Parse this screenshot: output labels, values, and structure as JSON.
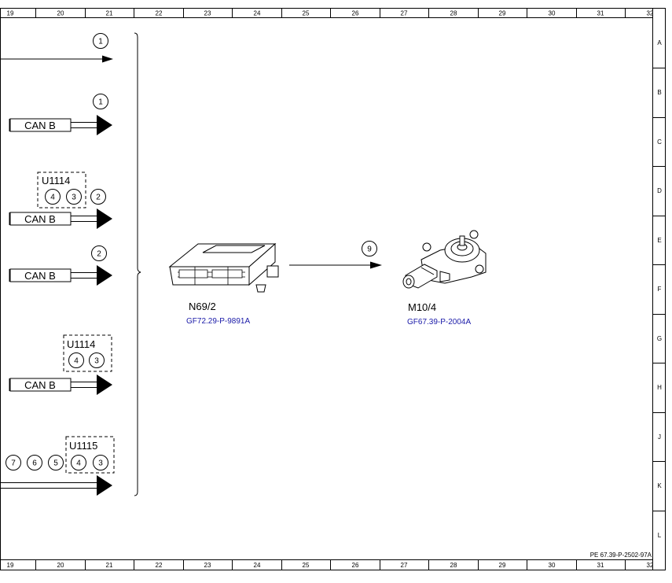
{
  "grid": {
    "columns": [
      "19",
      "20",
      "21",
      "22",
      "23",
      "24",
      "25",
      "26",
      "27",
      "28",
      "29",
      "30",
      "31",
      "32"
    ],
    "rows": [
      "A",
      "B",
      "C",
      "D",
      "E",
      "F",
      "G",
      "H",
      "J",
      "K",
      "L"
    ]
  },
  "signals": [
    {
      "circles": [
        "1"
      ]
    },
    {
      "label": "CAN B",
      "circles": [
        "1"
      ]
    },
    {
      "group": "U1114",
      "group_circles": [
        "4",
        "3"
      ],
      "circles": [
        "2"
      ],
      "label": "CAN B"
    },
    {
      "label": "CAN B",
      "circles": [
        "2"
      ]
    },
    {
      "group": "U1114",
      "group_circles": [
        "4",
        "3"
      ],
      "label": "CAN B"
    },
    {
      "circles": [
        "7",
        "6",
        "5"
      ],
      "group": "U1115",
      "group_circles": [
        "4",
        "3"
      ]
    }
  ],
  "components": [
    {
      "id": "N69/2",
      "ref": "GF72.29-P-9891A",
      "icon": "control-unit-icon"
    },
    {
      "id": "M10/4",
      "ref": "GF67.39-P-2004A",
      "icon": "window-motor-icon"
    }
  ],
  "connection": {
    "circle": "9"
  },
  "footer": {
    "doc_id": "PE 67.39-P-2502-97A"
  }
}
